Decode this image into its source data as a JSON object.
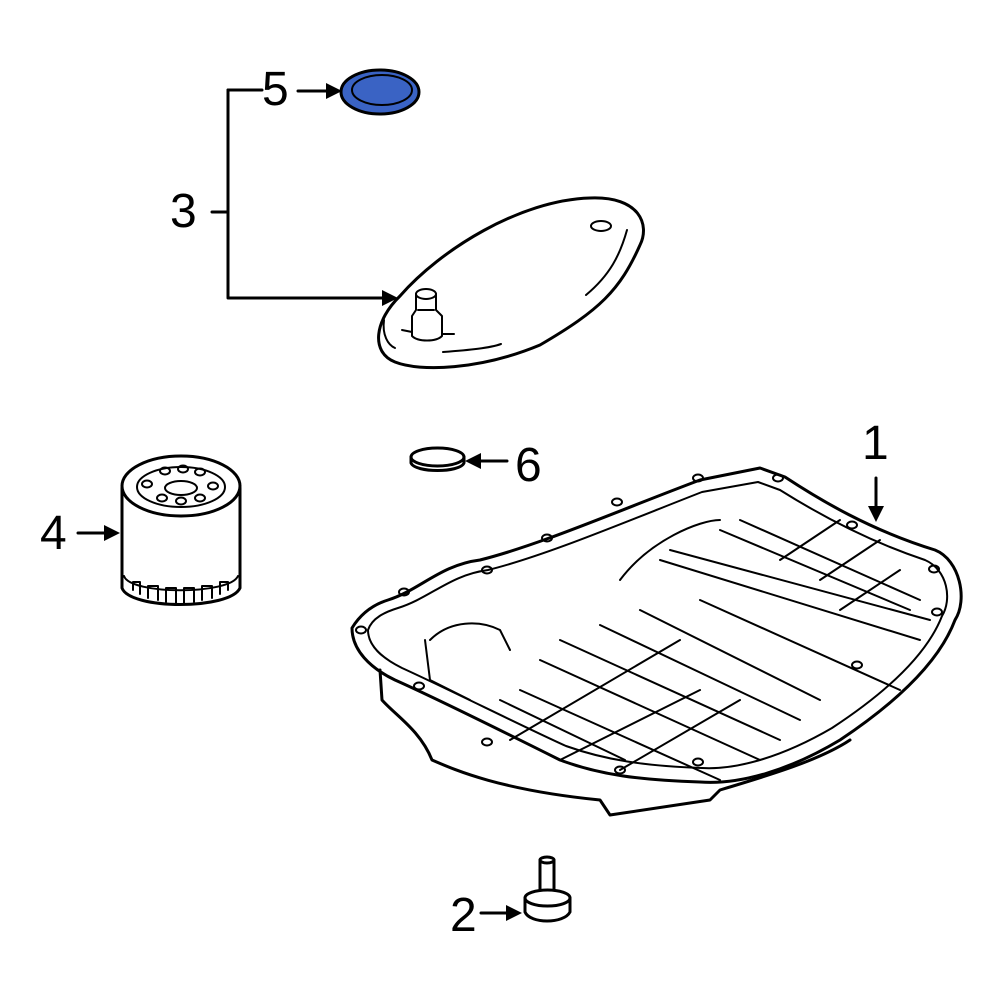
{
  "diagram": {
    "type": "exploded-parts-diagram",
    "highlight_color": "#3a63c4",
    "line_color": "#000000",
    "background": "#ffffff"
  },
  "callouts": [
    {
      "number": "1",
      "part": "transmission-oil-pan"
    },
    {
      "number": "2",
      "part": "drain-plug"
    },
    {
      "number": "3",
      "part": "filter-assembly"
    },
    {
      "number": "4",
      "part": "oil-filter"
    },
    {
      "number": "5",
      "part": "seal-highlighted"
    },
    {
      "number": "6",
      "part": "plug"
    }
  ],
  "labels": {
    "c1": "1",
    "c2": "2",
    "c3": "3",
    "c4": "4",
    "c5": "5",
    "c6": "6"
  }
}
